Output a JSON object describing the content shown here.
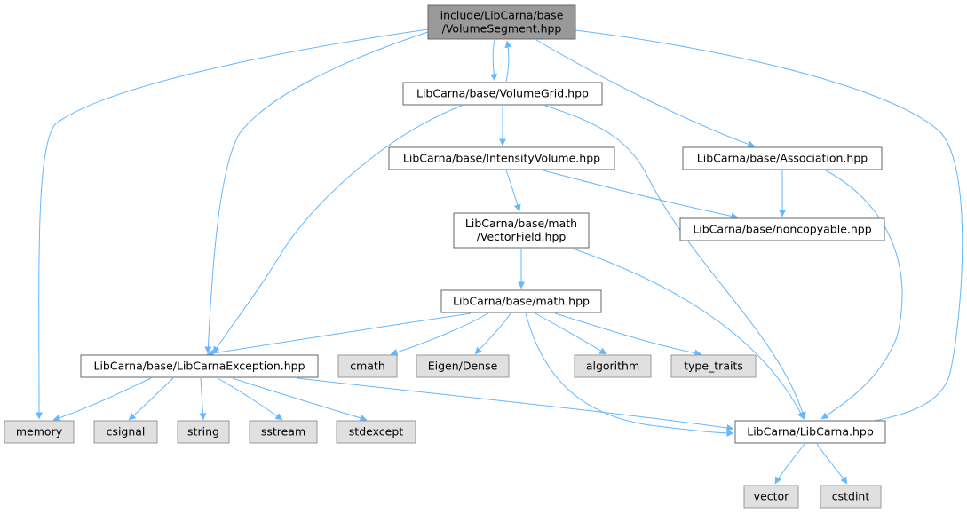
{
  "colors": {
    "edge": "#63b8ff",
    "focus_fill": "#999999",
    "focus_border": "#666666",
    "internal_fill": "#ffffff",
    "internal_border": "#666666",
    "external_fill": "#e0e0e0",
    "external_border": "#999999"
  },
  "nodes": [
    {
      "id": "volumesegment",
      "kind": "focus",
      "lines": [
        "include/LibCarna/base",
        "/VolumeSegment.hpp"
      ]
    },
    {
      "id": "volumegrid",
      "kind": "internal",
      "lines": [
        "LibCarna/base/VolumeGrid.hpp"
      ]
    },
    {
      "id": "intensityvolume",
      "kind": "internal",
      "lines": [
        "LibCarna/base/IntensityVolume.hpp"
      ]
    },
    {
      "id": "association",
      "kind": "internal",
      "lines": [
        "LibCarna/base/Association.hpp"
      ]
    },
    {
      "id": "vectorfield",
      "kind": "internal",
      "lines": [
        "LibCarna/base/math",
        "/VectorField.hpp"
      ]
    },
    {
      "id": "noncopyable",
      "kind": "internal",
      "lines": [
        "LibCarna/base/noncopyable.hpp"
      ]
    },
    {
      "id": "math",
      "kind": "internal",
      "lines": [
        "LibCarna/base/math.hpp"
      ]
    },
    {
      "id": "libcarnaexception",
      "kind": "internal",
      "lines": [
        "LibCarna/base/LibCarnaException.hpp"
      ]
    },
    {
      "id": "cmath",
      "kind": "external",
      "lines": [
        "cmath"
      ]
    },
    {
      "id": "eigendense",
      "kind": "external",
      "lines": [
        "Eigen/Dense"
      ]
    },
    {
      "id": "algorithm",
      "kind": "external",
      "lines": [
        "algorithm"
      ]
    },
    {
      "id": "typetraits",
      "kind": "external",
      "lines": [
        "type_traits"
      ]
    },
    {
      "id": "memory",
      "kind": "external",
      "lines": [
        "memory"
      ]
    },
    {
      "id": "csignal",
      "kind": "external",
      "lines": [
        "csignal"
      ]
    },
    {
      "id": "string",
      "kind": "external",
      "lines": [
        "string"
      ]
    },
    {
      "id": "sstream",
      "kind": "external",
      "lines": [
        "sstream"
      ]
    },
    {
      "id": "stdexcept",
      "kind": "external",
      "lines": [
        "stdexcept"
      ]
    },
    {
      "id": "libcarna",
      "kind": "internal",
      "lines": [
        "LibCarna/LibCarna.hpp"
      ]
    },
    {
      "id": "vector",
      "kind": "external",
      "lines": [
        "vector"
      ]
    },
    {
      "id": "cstdint",
      "kind": "external",
      "lines": [
        "cstdint"
      ]
    }
  ],
  "edges": [
    {
      "from": "volumesegment",
      "to": "volumegrid"
    },
    {
      "from": "volumegrid",
      "to": "volumesegment"
    },
    {
      "from": "volumesegment",
      "to": "memory"
    },
    {
      "from": "volumesegment",
      "to": "libcarnaexception"
    },
    {
      "from": "volumesegment",
      "to": "association"
    },
    {
      "from": "volumesegment",
      "to": "libcarna"
    },
    {
      "from": "volumegrid",
      "to": "intensityvolume"
    },
    {
      "from": "volumegrid",
      "to": "libcarnaexception"
    },
    {
      "from": "volumegrid",
      "to": "libcarna"
    },
    {
      "from": "intensityvolume",
      "to": "vectorfield"
    },
    {
      "from": "intensityvolume",
      "to": "noncopyable"
    },
    {
      "from": "association",
      "to": "noncopyable"
    },
    {
      "from": "association",
      "to": "libcarna"
    },
    {
      "from": "vectorfield",
      "to": "math"
    },
    {
      "from": "vectorfield",
      "to": "libcarna"
    },
    {
      "from": "math",
      "to": "libcarnaexception"
    },
    {
      "from": "math",
      "to": "cmath"
    },
    {
      "from": "math",
      "to": "eigendense"
    },
    {
      "from": "math",
      "to": "algorithm"
    },
    {
      "from": "math",
      "to": "typetraits"
    },
    {
      "from": "math",
      "to": "libcarna"
    },
    {
      "from": "libcarnaexception",
      "to": "memory"
    },
    {
      "from": "libcarnaexception",
      "to": "csignal"
    },
    {
      "from": "libcarnaexception",
      "to": "string"
    },
    {
      "from": "libcarnaexception",
      "to": "sstream"
    },
    {
      "from": "libcarnaexception",
      "to": "stdexcept"
    },
    {
      "from": "libcarnaexception",
      "to": "libcarna"
    },
    {
      "from": "libcarna",
      "to": "vector"
    },
    {
      "from": "libcarna",
      "to": "cstdint"
    }
  ]
}
